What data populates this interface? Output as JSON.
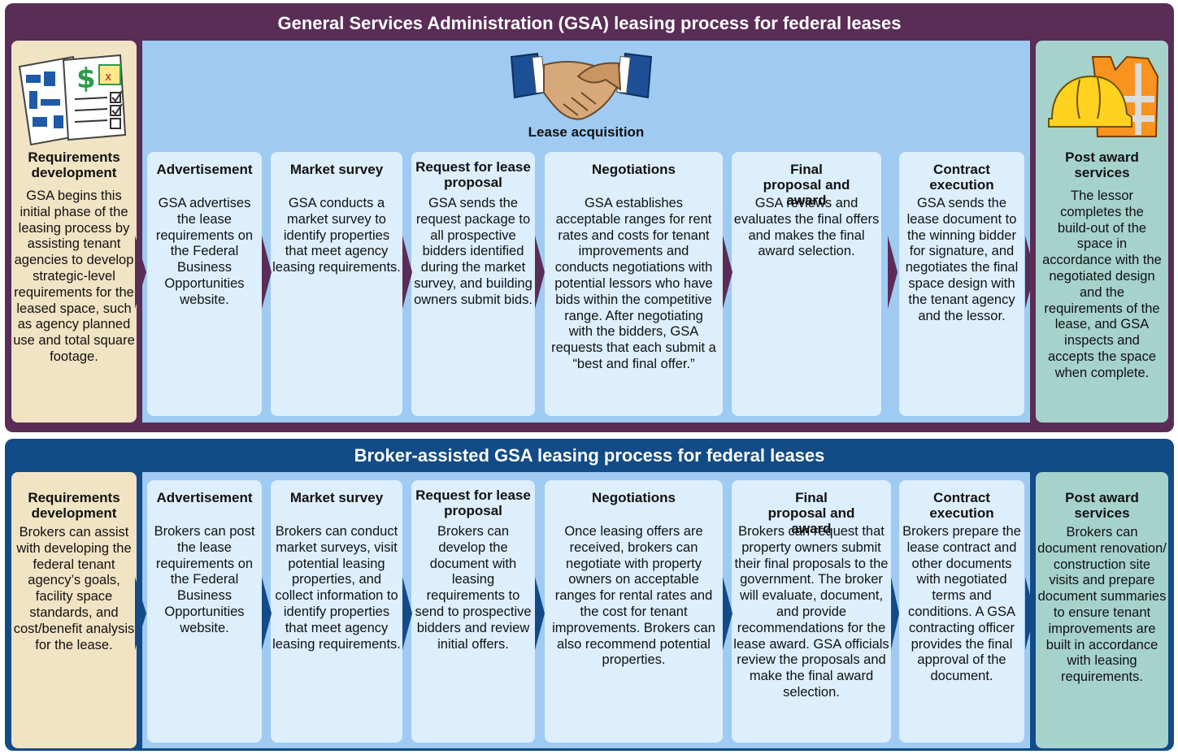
{
  "top": {
    "title": "General Services Administration (GSA) leasing process for federal leases",
    "acquisition_label": "Lease acquisition",
    "requirements": {
      "title": "Requirements development",
      "body": "GSA begins this initial phase of the leasing process by assisting tenant agencies to develop strategic-level requirements for the leased space, such as agency planned use and total square footage."
    },
    "steps": [
      {
        "title": "Advertisement",
        "body": "GSA advertises the lease requirements on the Federal Business Opportunities website."
      },
      {
        "title": "Market survey",
        "body": "GSA conducts a market survey to identify properties that meet agency leasing requirements."
      },
      {
        "title": "Request for lease proposal",
        "body": "GSA sends the request package to all prospective bidders identified during the market survey, and building owners submit bids."
      },
      {
        "title": "Negotiations",
        "body": "GSA establishes acceptable ranges for rent rates and costs for tenant improvements and conducts negotiations with potential lessors who have bids within the competitive range. After negotiating with the bidders, GSA requests that each submit a “best and final offer.”"
      },
      {
        "title": "Final proposal and award",
        "body": "GSA reviews and evaluates the final offers and makes the final award selection."
      },
      {
        "title": "Contract execution",
        "body": "GSA sends the lease document to the winning bidder for signature, and negotiates the final space design with the tenant agency and the lessor."
      }
    ],
    "post_award": {
      "title": "Post award services",
      "body": "The lessor completes the build-out of the space in accordance with the negotiated design and the requirements of the lease, and GSA inspects and accepts the space when complete."
    }
  },
  "bottom": {
    "title": "Broker-assisted GSA leasing process for federal leases",
    "requirements": {
      "title": "Requirements development",
      "body": "Brokers can assist with developing the federal tenant agency’s goals, facility space standards, and cost/benefit analysis for the lease."
    },
    "steps": [
      {
        "title": "Advertisement",
        "body": "Brokers can post the lease requirements on the Federal Business Opportunities website."
      },
      {
        "title": "Market survey",
        "body": "Brokers can conduct market surveys, visit potential leasing properties, and collect information to identify properties that meet agency leasing requirements."
      },
      {
        "title": "Request for lease proposal",
        "body": "Brokers can develop the document with leasing requirements to send to prospective bidders and review initial offers."
      },
      {
        "title": "Negotiations",
        "body": "Once leasing offers are received, brokers can negotiate with property owners on acceptable ranges for rental rates and the cost for tenant improvements. Brokers can also recommend potential properties."
      },
      {
        "title": "Final proposal and award",
        "body": "Brokers can request that property owners submit their final proposals to the government. The broker will evaluate, document, and provide recommendations for the lease award. GSA officials review the proposals and make the final award selection."
      },
      {
        "title": "Contract execution",
        "body": "Brokers prepare the lease contract and other documents with negotiated terms and conditions. A GSA contracting officer provides the final approval of the document."
      }
    ],
    "post_award": {
      "title": "Post award services",
      "body": "Brokers can document renovation/ construction site visits and prepare document summaries to ensure tenant improvements are built in accordance with leasing requirements."
    }
  },
  "colors": {
    "top_frame": "#5a2d56",
    "bottom_frame": "#124b87",
    "requirements_bg": "#f1e4c4",
    "post_award_bg": "#a6d2cc",
    "acquisition_bg": "#9fcaf2",
    "step_bg": "#ddeefc"
  },
  "icons": [
    "documents-icon",
    "handshake-icon",
    "hardhat-vest-icon",
    "arrow-icon"
  ]
}
